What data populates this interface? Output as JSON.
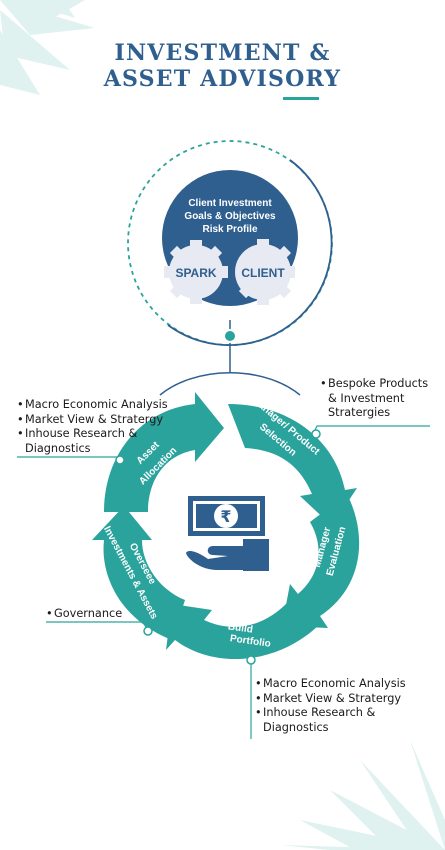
{
  "title": {
    "line1": "INVESTMENT &",
    "line2": "ASSET ADVISORY"
  },
  "center": {
    "line1": "Client Investment",
    "line2": "Goals & Objectives",
    "line3": "Risk Profile",
    "gear_left": "SPARK",
    "gear_right": "CLIENT"
  },
  "cycle": {
    "asset_allocation": [
      "Asset",
      "Allocation"
    ],
    "manager_selection": [
      "Manager/ Product",
      "Selection"
    ],
    "manager_evaluation": [
      "Manager",
      "Evaluation"
    ],
    "build_portfolio": [
      "Build",
      "Portfolio"
    ],
    "oversee": [
      "Overseee",
      "Investments & Assets"
    ]
  },
  "notes": {
    "top_left": [
      "Macro Economic Analysis",
      "Market View & Stratergy",
      "Inhouse Research & Diagnostics"
    ],
    "top_right": [
      "Bespoke Products & Investment Stratergies"
    ],
    "governance": [
      "Governance"
    ],
    "bottom": [
      "Macro Economic Analysis",
      "Market View & Stratergy",
      "Inhouse Research & Diagnostics"
    ]
  },
  "icons": [
    "leaf-decoration-icon",
    "gear-icon",
    "rupee-note-icon",
    "hand-icon"
  ],
  "colors": {
    "navy": "#2f5f8f",
    "teal": "#2aa39c",
    "pale_teal": "#d7f0ee"
  }
}
